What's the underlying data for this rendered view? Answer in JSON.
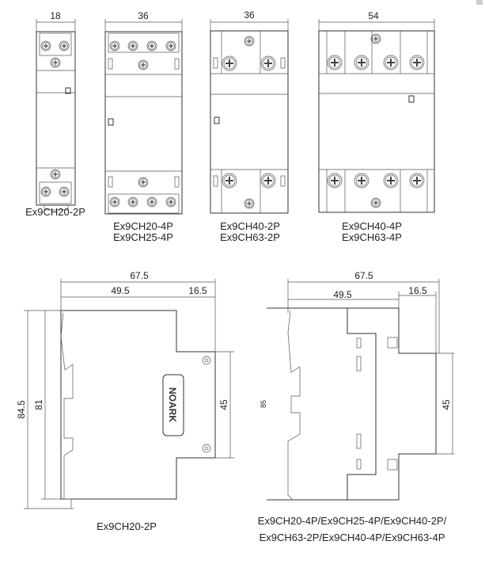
{
  "front_views": [
    {
      "width_dim": "18",
      "labels": [
        "Ex9CH20-2P"
      ]
    },
    {
      "width_dim": "36",
      "labels": [
        "Ex9CH20-4P",
        "Ex9CH25-4P"
      ]
    },
    {
      "width_dim": "36",
      "labels": [
        "Ex9CH40-2P",
        "Ex9CH63-2P"
      ]
    },
    {
      "width_dim": "54",
      "labels": [
        "Ex9CH40-4P",
        "Ex9CH63-4P"
      ]
    }
  ],
  "side_views": [
    {
      "depth": "67.5",
      "front_depth": "49.5",
      "rear_depth": "16.5",
      "height_outer": "84.5",
      "height_inner": "81",
      "rail": "45",
      "logo": "NOARK",
      "labels": [
        "Ex9CH20-2P"
      ]
    },
    {
      "depth": "67.5",
      "front_depth": "49.5",
      "rear_depth": "16.5",
      "height": "85",
      "rail": "45",
      "labels": [
        "Ex9CH20-4P/Ex9CH25-4P/Ex9CH40-2P/",
        "Ex9CH63-2P/Ex9CH40-4P/Ex9CH63-4P"
      ]
    }
  ]
}
